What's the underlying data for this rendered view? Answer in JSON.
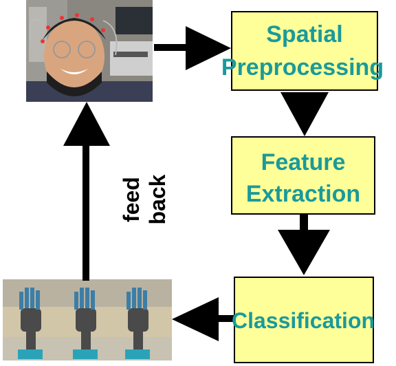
{
  "boxes": {
    "spatial": {
      "line1": "Spatial",
      "line2": "Preprocessing"
    },
    "feature": {
      "line1": "Feature",
      "line2": "Extraction"
    },
    "classification": {
      "label": "Classification"
    }
  },
  "feedback": {
    "line1": "feed",
    "line2": "back"
  },
  "colors": {
    "box_fill": "#ffff99",
    "box_text": "#1a9a9a",
    "arrow": "#000000"
  }
}
